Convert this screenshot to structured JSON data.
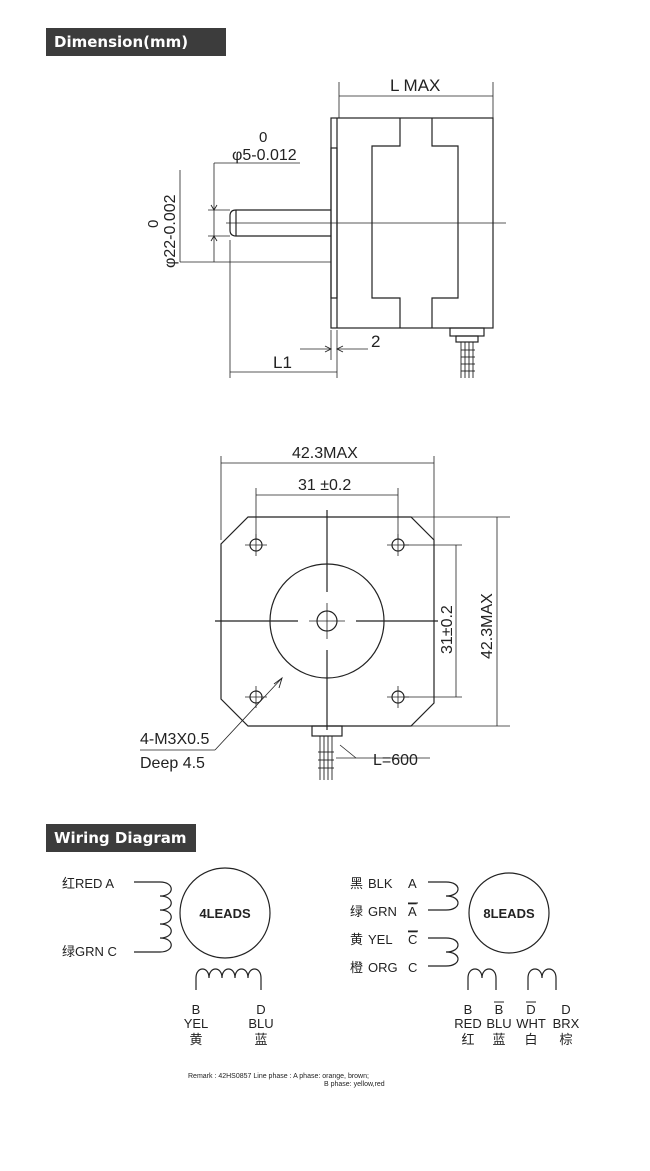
{
  "headers": {
    "dimension": "Dimension(mm)",
    "wiring": "Wiring Diagram"
  },
  "side_view": {
    "length_label": "L MAX",
    "shaft_dia_tol": "0",
    "shaft_dia": "φ5-0.012",
    "boss_dia_tol": "0",
    "boss_dia": "φ22-0.002",
    "boss_height": "2",
    "shaft_length": "L1"
  },
  "front_view": {
    "width_label": "42.3MAX",
    "hole_spacing_h": "31 ±0.2",
    "hole_spacing_v": "31±0.2",
    "height_label": "42.3MAX",
    "thread_spec": "4-M3X0.5",
    "thread_depth": "Deep  4.5",
    "lead_length": "L=600"
  },
  "wiring_4": {
    "badge": "4LEADS",
    "top_left": "红RED  A",
    "bottom_left": "绿GRN  C",
    "b_letter": "B",
    "b_color": "YEL",
    "b_cn": "黄",
    "d_letter": "D",
    "d_color": "BLU",
    "d_cn": "蓝"
  },
  "wiring_8": {
    "badge": "8LEADS",
    "rows": [
      {
        "cn": "黑",
        "color": "BLK",
        "letter": "A"
      },
      {
        "cn": "绿",
        "color": "GRN",
        "letter": "A"
      },
      {
        "cn": "黄",
        "color": "YEL",
        "letter": "C"
      },
      {
        "cn": "橙",
        "color": "ORG",
        "letter": "C"
      }
    ],
    "bottom": [
      {
        "letter": "B",
        "color": "RED",
        "cn": "红"
      },
      {
        "letter": "B",
        "color": "BLU",
        "cn": "蓝"
      },
      {
        "letter": "D",
        "color": "WHT",
        "cn": "白"
      },
      {
        "letter": "D",
        "color": "BRX",
        "cn": "棕"
      }
    ]
  },
  "remark": {
    "line1": "Remark : 42HS0857 Line phase : A phase: orange, brown;",
    "line2": "B phase: yellow,red"
  }
}
